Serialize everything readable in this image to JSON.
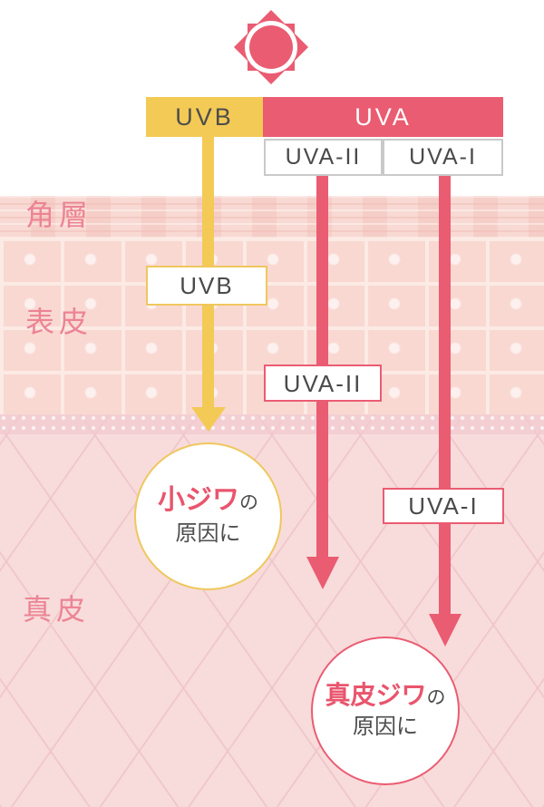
{
  "colors": {
    "uva_pink": "#EA5C72",
    "uvb_yellow": "#F3CA55",
    "text_dark": "#4A4A4A",
    "layer_label_pink": "#EC8494",
    "emphasis_pink": "#E9556D"
  },
  "sun": {
    "icon": "sun-icon"
  },
  "spectrum": {
    "uvb_bar": "UVB",
    "uva_bar": "UVA",
    "uva2_box": "UVA-II",
    "uva1_box": "UVA-I"
  },
  "layers": {
    "stratum_corneum": "角層",
    "epidermis": "表皮",
    "dermis": "真皮"
  },
  "rays": {
    "uvb_label": "UVB",
    "uva2_label": "UVA-II",
    "uva1_label": "UVA-I"
  },
  "effects": {
    "kojiwa": {
      "emphasis": "小ジワ",
      "suffix": "の",
      "line2": "原因に"
    },
    "shinpijiwa": {
      "emphasis": "真皮ジワ",
      "suffix": "の",
      "line2": "原因に"
    }
  }
}
